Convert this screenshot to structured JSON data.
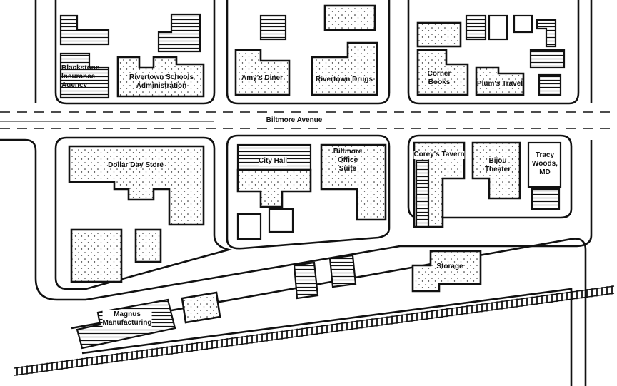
{
  "map": {
    "street": "Biltmore Avenue",
    "buildings": {
      "blackstone": "Blackstone\nInsurance\nAgency",
      "schools": "Rivertown Schools\nAdministration",
      "amys": "Amy's Diner",
      "drugs": "Rivertown Drugs",
      "corner_books": "Corner\nBooks",
      "plums": "Plum's Travel",
      "dollar_day": "Dollar Day Store",
      "city_hall": "City Hall",
      "office": "Biltmore\nOffice\nSuite",
      "coreys": "Corey's Tavern",
      "bijou": "Bijou\nTheater",
      "tracy": "Tracy\nWoods,\nMD",
      "storage": "Storage",
      "magnus": "Magnus\nManufacturing"
    }
  }
}
